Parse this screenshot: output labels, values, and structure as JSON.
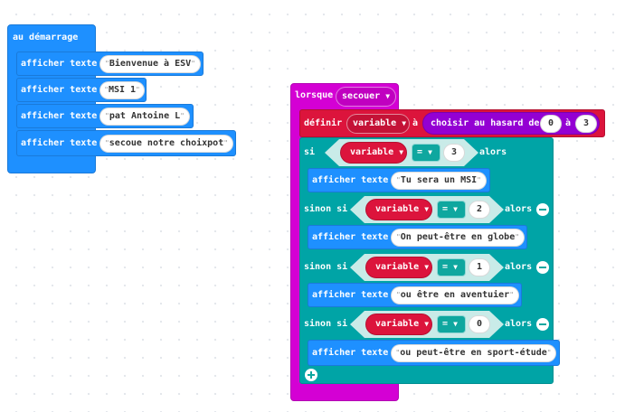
{
  "start_block": {
    "header": "au démarrage",
    "statements": [
      {
        "command": "afficher texte",
        "text": "Bienvenue à ESV"
      },
      {
        "command": "afficher texte",
        "text": "MSI 1"
      },
      {
        "command": "afficher texte",
        "text": "pat Antoine L"
      },
      {
        "command": "afficher texte",
        "text": "secoue notre choixpot"
      }
    ]
  },
  "gesture_block": {
    "header": "lorsque",
    "gesture": "secouer",
    "set_statement": {
      "keyword": "définir",
      "variable": "variable",
      "to": "à",
      "random": {
        "label": "choisir au hasard de",
        "from": "0",
        "to_word": "à",
        "to": "3"
      }
    },
    "branches": [
      {
        "keyword": "si",
        "variable": "variable",
        "operator": "=",
        "value": "3",
        "then": "alors",
        "action": {
          "command": "afficher texte",
          "text": "Tu sera un MSI"
        }
      },
      {
        "keyword": "sinon si",
        "variable": "variable",
        "operator": "=",
        "value": "2",
        "then": "alors",
        "action": {
          "command": "afficher texte",
          "text": "On peut-être en globe"
        }
      },
      {
        "keyword": "sinon si",
        "variable": "variable",
        "operator": "=",
        "value": "1",
        "then": "alors",
        "action": {
          "command": "afficher texte",
          "text": "ou être en aventuier"
        }
      },
      {
        "keyword": "sinon si",
        "variable": "variable",
        "operator": "=",
        "value": "0",
        "then": "alors",
        "action": {
          "command": "afficher texte",
          "text": "ou peut-être en sport-étude"
        }
      }
    ]
  },
  "icons": {
    "dropdown": "caret-down-icon",
    "remove": "minus-circle-icon",
    "add": "plus-circle-icon",
    "quote": "quote-mark"
  },
  "colors": {
    "basic_blue": "#1e90ff",
    "input_magenta": "#d400d4",
    "variables_red": "#dc143c",
    "math_purple": "#9400d3",
    "logic_teal": "#00a4a6",
    "workspace_bg": "#ffffff"
  }
}
